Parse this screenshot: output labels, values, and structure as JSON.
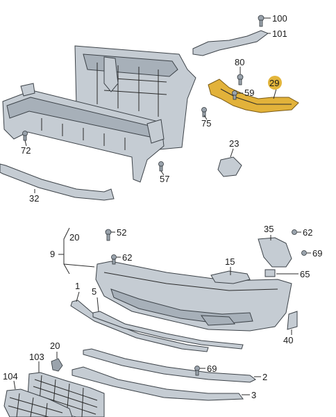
{
  "labels": [
    "100",
    "101",
    "80",
    "29",
    "59",
    "75",
    "23",
    "72",
    "57",
    "32",
    "20",
    "52",
    "35",
    "62",
    "9",
    "62",
    "69",
    "15",
    "65",
    "1",
    "5",
    "40",
    "20",
    "103",
    "69",
    "104",
    "2",
    "3"
  ],
  "highlight_color": "#e3b53b",
  "part_color": "#c5ccd3"
}
